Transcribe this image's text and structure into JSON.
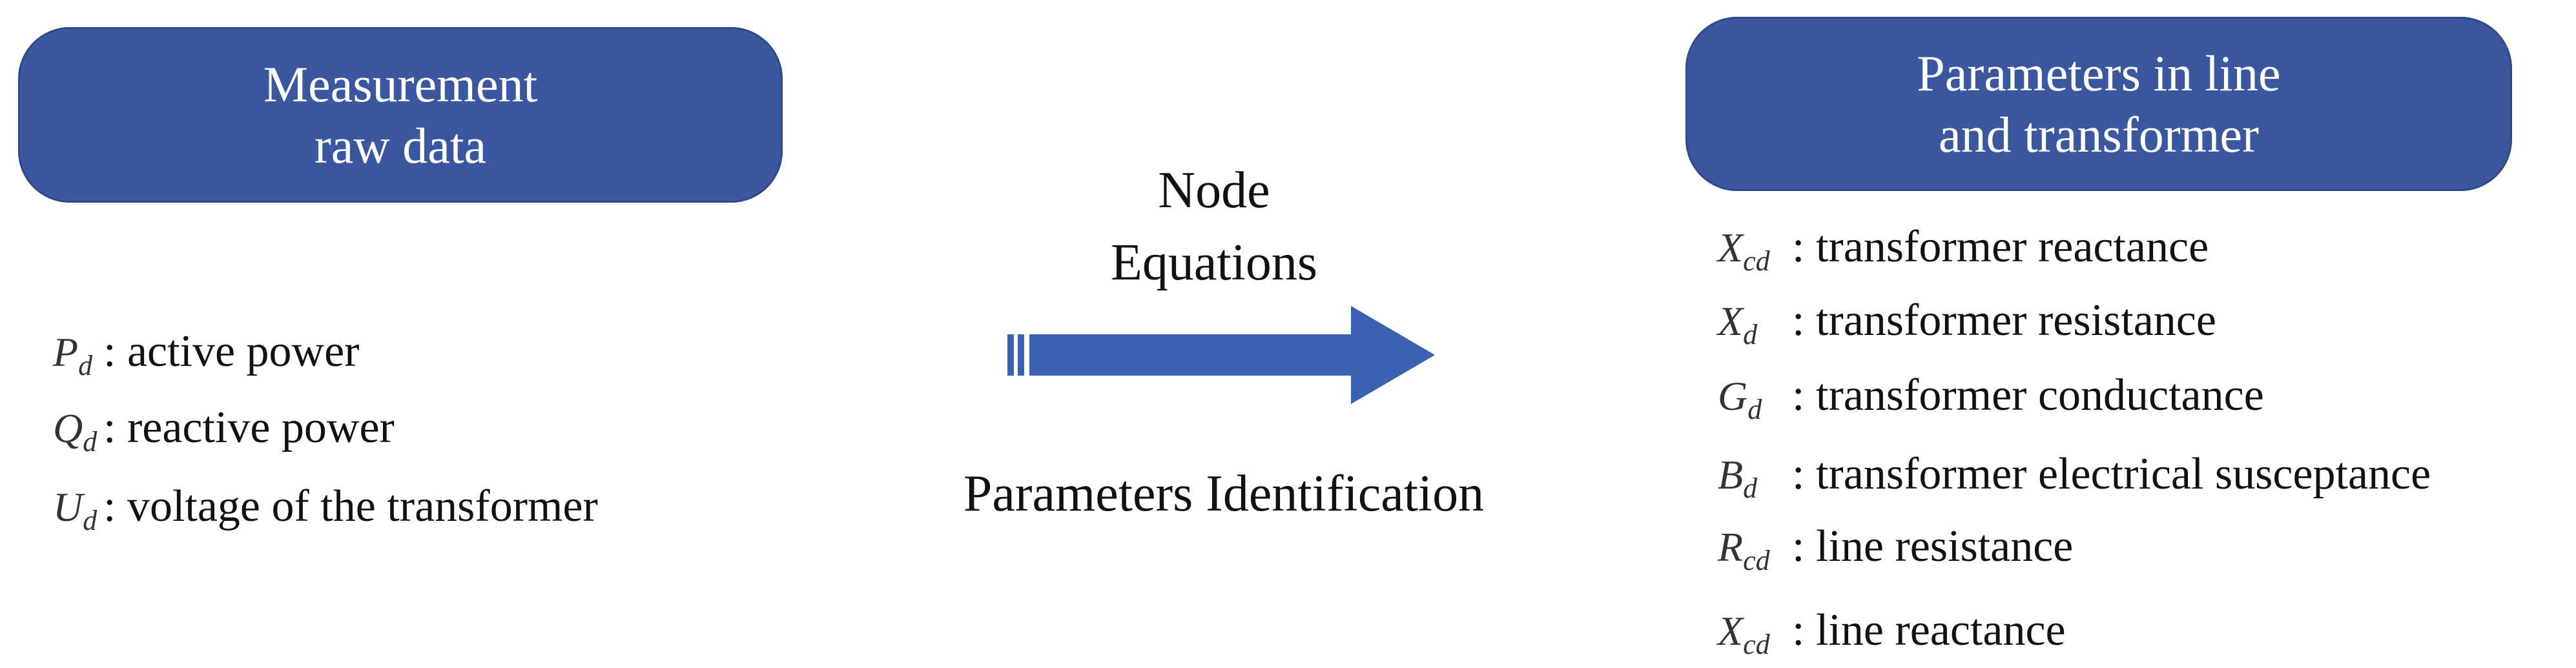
{
  "left_box": {
    "line1": "Measurement",
    "line2": "raw data"
  },
  "left_list": [
    {
      "sym": "P",
      "sub": "d",
      "desc": ": active power"
    },
    {
      "sym": "Q",
      "sub": "d",
      "desc": ": reactive power"
    },
    {
      "sym": "U",
      "sub": "d",
      "desc": ": voltage of the transformer"
    }
  ],
  "middle": {
    "top_line1": "Node",
    "top_line2": "Equations",
    "bottom": "Parameters Identification"
  },
  "right_box": {
    "line1": "Parameters in line",
    "line2": "and transformer"
  },
  "right_list": [
    {
      "sym": "X",
      "sub": "cd",
      "desc": ": transformer reactance"
    },
    {
      "sym": "X",
      "sub": "d",
      "desc": " : transformer resistance"
    },
    {
      "sym": "G",
      "sub": "d",
      "desc": " : transformer conductance"
    },
    {
      "sym": "B",
      "sub": "d",
      "desc": " : transformer electrical susceptance"
    },
    {
      "sym": "R",
      "sub": "cd",
      "desc": ": line resistance"
    },
    {
      "sym": "X",
      "sub": "cd",
      "desc": ": line reactance"
    }
  ],
  "colors": {
    "box_fill": "#3A57A0",
    "arrow_fill": "#3A62B0"
  }
}
